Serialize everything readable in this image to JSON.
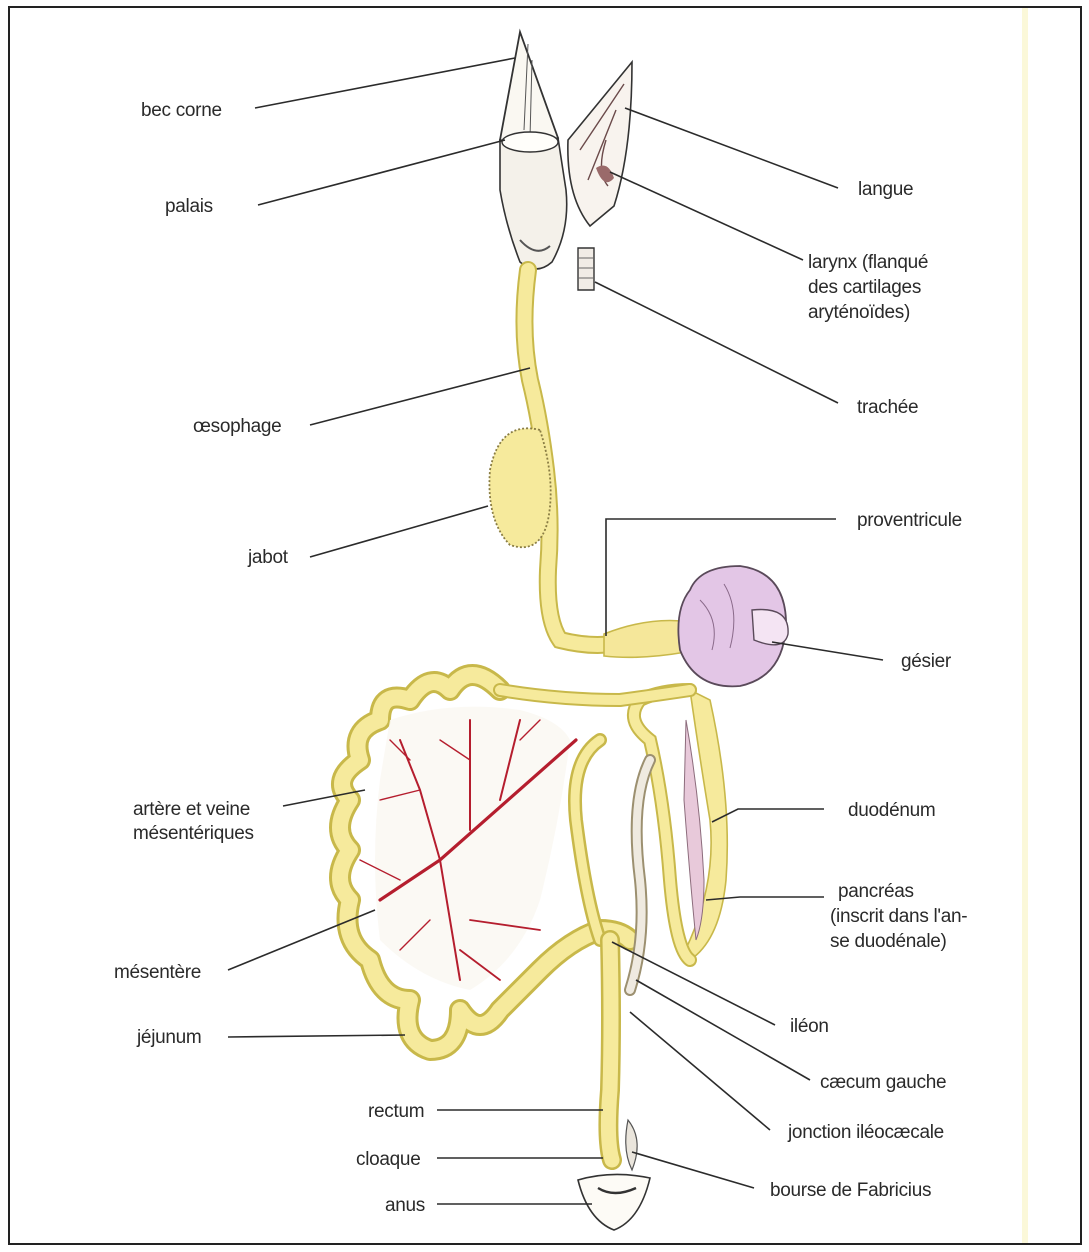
{
  "labels": {
    "bec_corne": "bec corne",
    "palais": "palais",
    "langue": "langue",
    "larynx": [
      "larynx (flanqué",
      "des cartilages",
      "aryténoïdes)"
    ],
    "trachee": "trachée",
    "oesophage": "œsophage",
    "jabot": "jabot",
    "proventricule": "proventricule",
    "gesier": "gésier",
    "artere_veine": [
      "artère et veine",
      "mésentériques"
    ],
    "duodenum": "duodénum",
    "pancreas": [
      "pancréas",
      "(inscrit dans l'an-",
      "se duodénale)"
    ],
    "mesentere": "mésentère",
    "jejunum": "jéjunum",
    "ileon": "iléon",
    "caecum_gauche": "cæcum gauche",
    "rectum": "rectum",
    "jonction": "jonction iléocæcale",
    "cloaque": "cloaque",
    "bourse": "bourse de Fabricius",
    "anus": "anus"
  },
  "colors": {
    "digestive_fill": "#f6ea9c",
    "digestive_outline": "#c8b84a",
    "gizzard": "#e3c6e6",
    "vessels": "#b51e2e",
    "frame": "#222222"
  }
}
